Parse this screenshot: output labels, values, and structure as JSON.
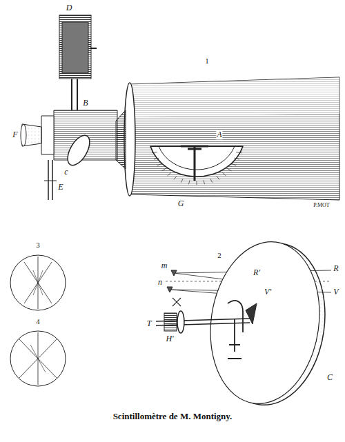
{
  "diagram": {
    "caption": "Scintillomètre de M. Montigny.",
    "labels": [
      "1",
      "D",
      "B",
      "A",
      "F",
      "c",
      "E",
      "G",
      "P.MOT",
      "2",
      "R'",
      "R",
      "V'",
      "V",
      "m",
      "n",
      "T",
      "H'",
      "C",
      "3",
      "4"
    ]
  }
}
